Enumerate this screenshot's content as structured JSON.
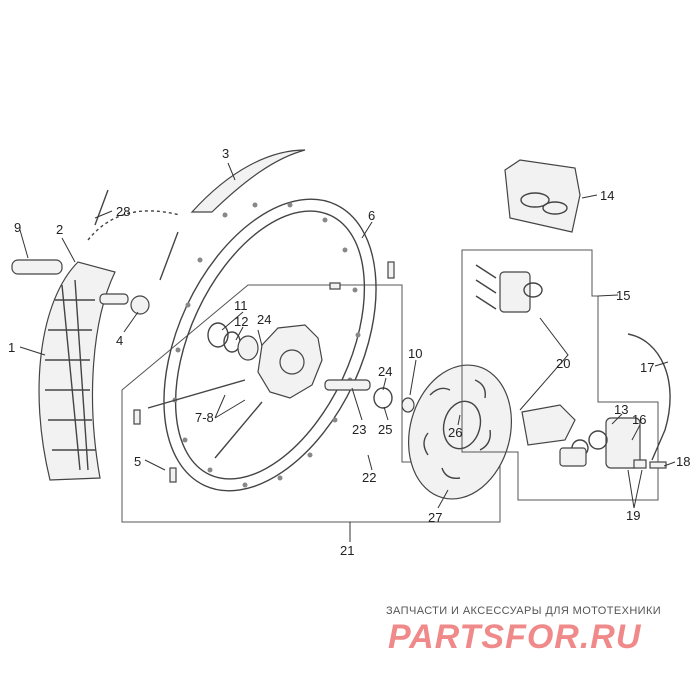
{
  "diagram": {
    "callouts": [
      "1",
      "2",
      "3",
      "4",
      "5",
      "6",
      "7-8",
      "9",
      "10",
      "11",
      "12",
      "13",
      "14",
      "15",
      "16",
      "17",
      "18",
      "19",
      "20",
      "21",
      "22",
      "23",
      "24",
      "24",
      "25",
      "26",
      "27",
      "28"
    ]
  },
  "watermark": {
    "subtitle": "ЗАПЧАСТИ И АКСЕССУАРЫ ДЛЯ МОТОТЕХНИКИ",
    "logo": "PARTSFOR.RU",
    "logo_color": "#f08a8a"
  }
}
